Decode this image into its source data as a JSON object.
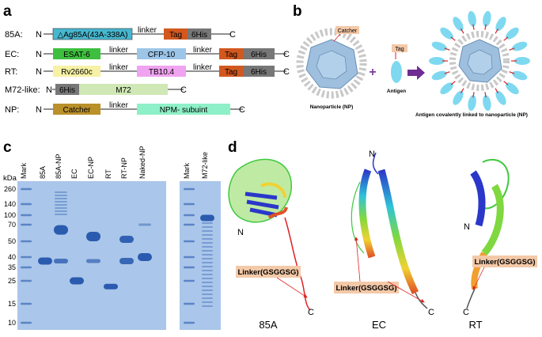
{
  "panels": {
    "a": "a",
    "b": "b",
    "c": "c",
    "d": "d"
  },
  "colors": {
    "ag85a": "#47b7cf",
    "tag": "#d2581f",
    "his": "#777777",
    "esat6": "#3fbf3f",
    "cfp10": "#9cc5e8",
    "rv2660c": "#f6f1a5",
    "tb104": "#f0a3f0",
    "m72": "#cfe8b6",
    "catcher": "#b9902a",
    "npm": "#8ef0c8",
    "arrow": "#6f2c91",
    "gel": "#aac6ea",
    "band": "#1c4fa8",
    "linker_box": "#f4c9a8"
  },
  "constructs": [
    {
      "name": "85A:",
      "n": "N",
      "c": "C",
      "segments": [
        "△Ag85A(43A-338A)",
        "linker",
        "Tag",
        "6His"
      ]
    },
    {
      "name": "EC:",
      "n": "N",
      "c": "C",
      "segments": [
        "ESAT-6",
        "linker",
        "CFP-10",
        "linker",
        "Tag",
        "6His"
      ]
    },
    {
      "name": "RT:",
      "n": "N",
      "c": "C",
      "segments": [
        "Rv2660c",
        "linker",
        "TB10.4",
        "linker",
        "Tag",
        "6His"
      ]
    },
    {
      "name": "M72-like:",
      "n": "N",
      "c": "C",
      "segments": [
        "6His",
        "M72"
      ]
    },
    {
      "name": "NP:",
      "n": "N",
      "c": "C",
      "segments": [
        "Catcher",
        "linker",
        "NPM- subuint"
      ]
    }
  ],
  "panel_b": {
    "catcher": "Catcher",
    "tag": "Tag",
    "plus": "+",
    "np_label": "Nanoparticle (NP)",
    "antigen_label": "Antigen",
    "result_label": "Antigen covalently linked to nanoparticle (NP)"
  },
  "gel": {
    "unit": "kDa",
    "markers": [
      "260",
      "140",
      "100",
      "70",
      "50",
      "40",
      "35",
      "25",
      "15",
      "10"
    ],
    "gel1_lanes": [
      "Mark",
      "85A",
      "85A-NP",
      "EC",
      "EC-NP",
      "RT",
      "RT-NP",
      "Naked-NP"
    ],
    "gel2_lanes": [
      "Mark",
      "M72-like"
    ],
    "approx_kda": {
      "85A": 38,
      "85A_NP": 63,
      "EC": 25,
      "EC_NP": 55,
      "RT": 22,
      "RT_NP": 52,
      "Naked_NP": 40,
      "M72_like": 90
    }
  },
  "panel_d": {
    "structures": [
      "85A",
      "EC",
      "RT"
    ],
    "linker": "Linker(GSGGSG)",
    "n": "N",
    "c": "C"
  }
}
